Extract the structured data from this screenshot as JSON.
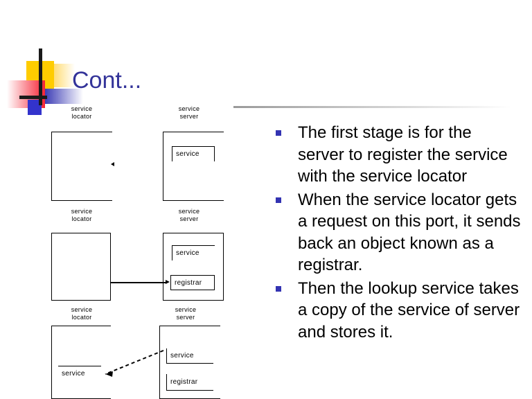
{
  "slide": {
    "title": "Cont...",
    "title_color": "#333399",
    "bullet_color": "#3333b2",
    "background": "#ffffff"
  },
  "logo": {
    "name": "decorative-template-mark",
    "colors": {
      "yellow": "#ffcc00",
      "red": "#f52233",
      "blue": "#3333cc",
      "line": "#1a1a1a"
    }
  },
  "diagram": {
    "name": "service-locator-registration-diagram",
    "rows": [
      {
        "id": "stage-1",
        "left_label": "service\nlocator",
        "left_label_line1": "service",
        "left_label_line2": "locator",
        "right_label_line1": "service",
        "right_label_line2": "server",
        "inner_boxes": [
          "service"
        ],
        "connector": "arrow-marker-only"
      },
      {
        "id": "stage-2",
        "left_label_line1": "service",
        "left_label_line2": "locator",
        "right_label_line1": "service",
        "right_label_line2": "server",
        "inner_boxes": [
          "service",
          "registrar"
        ],
        "connector": "line-with-arrow-to-registrar"
      },
      {
        "id": "stage-3",
        "left_label_line1": "service",
        "left_label_line2": "locator",
        "right_label_line1": "service",
        "right_label_line2": "server",
        "left_inner_boxes": [
          "service"
        ],
        "inner_boxes": [
          "service",
          "registrar"
        ],
        "connector": "dashed-diagonal-arrow"
      }
    ],
    "labels": {
      "service": "service",
      "locator": "locator",
      "server": "server",
      "registrar": "registrar"
    }
  },
  "bullets": [
    {
      "text": "The first stage is for the server to register the service with the service locator"
    },
    {
      "text": "When the service locator gets a request on this port, it sends back an object known as a registrar."
    },
    {
      "text": "Then the lookup service takes a copy of the service of server and stores it."
    }
  ]
}
